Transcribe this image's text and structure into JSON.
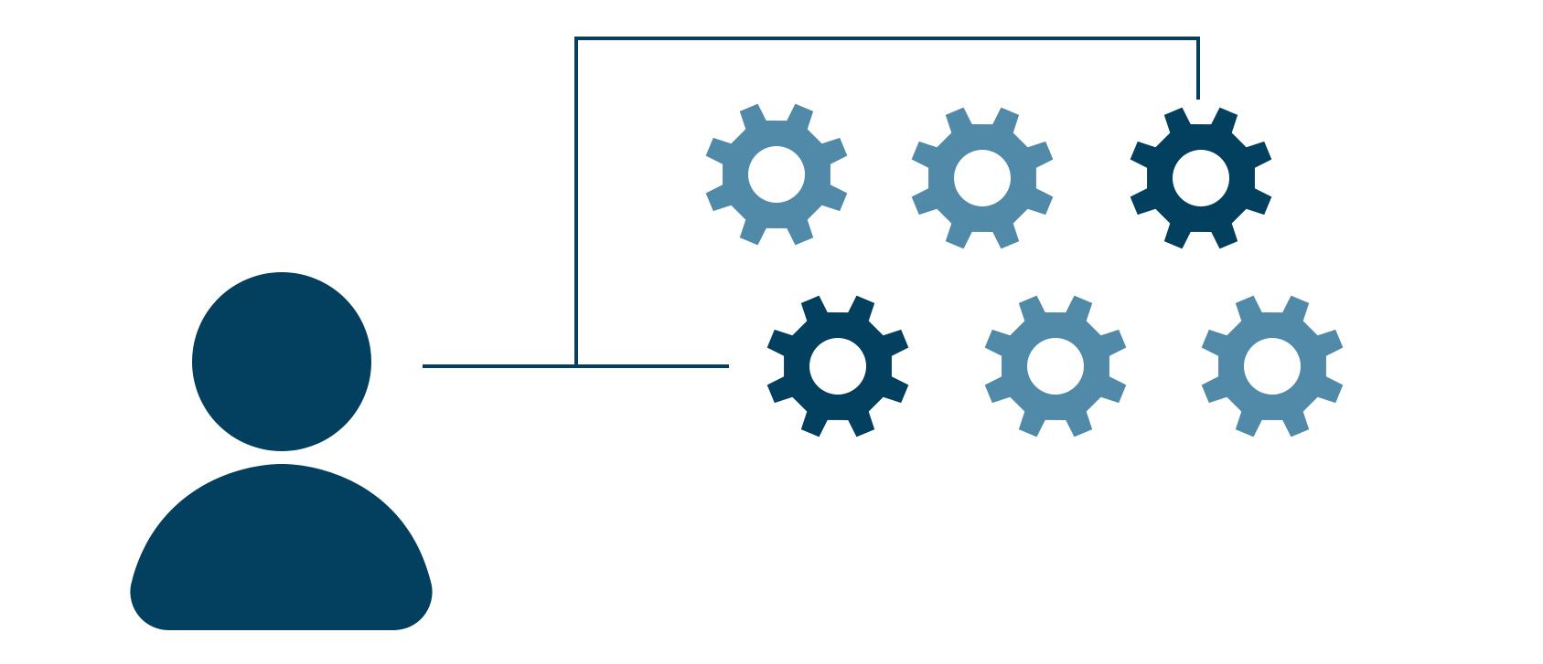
{
  "colors": {
    "dark": "#033f5e",
    "light": "#518aa9",
    "background": "#ffffff"
  },
  "person": {
    "icon": "user-icon",
    "color": "dark"
  },
  "gears": [
    {
      "row": 1,
      "col": 1,
      "icon": "gear-icon",
      "color": "light",
      "connected": false
    },
    {
      "row": 1,
      "col": 2,
      "icon": "gear-icon",
      "color": "light",
      "connected": false
    },
    {
      "row": 1,
      "col": 3,
      "icon": "gear-icon",
      "color": "dark",
      "connected": true
    },
    {
      "row": 2,
      "col": 1,
      "icon": "gear-icon",
      "color": "dark",
      "connected": true
    },
    {
      "row": 2,
      "col": 2,
      "icon": "gear-icon",
      "color": "light",
      "connected": false
    },
    {
      "row": 2,
      "col": 3,
      "icon": "gear-icon",
      "color": "light",
      "connected": false
    }
  ]
}
